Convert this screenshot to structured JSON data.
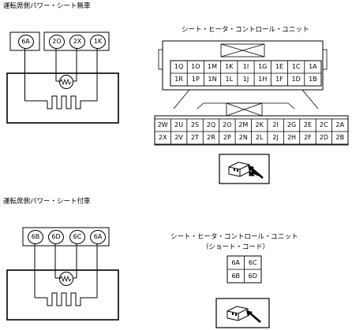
{
  "section1": {
    "title": "運転席側パワー・シート無車",
    "unit_label": "シート・ヒータ・コントロール・ユニット",
    "wire_pins": [
      "6A",
      "2O",
      "2X",
      "1K"
    ],
    "connector_upper": {
      "rows": [
        [
          "1Q",
          "1O",
          "1M",
          "1K",
          "1I",
          "1G",
          "1E",
          "1C",
          "1A"
        ],
        [
          "1R",
          "1P",
          "1N",
          "1L",
          "1J",
          "1H",
          "1F",
          "1D",
          "1B"
        ]
      ]
    },
    "connector_lower": {
      "rows": [
        [
          "2W",
          "2U",
          "2S",
          "2Q",
          "2O",
          "2M",
          "2K",
          "2I",
          "2G",
          "2E",
          "2C",
          "2A"
        ],
        [
          "2X",
          "2V",
          "2T",
          "2R",
          "2P",
          "2N",
          "2L",
          "2J",
          "2H",
          "2F",
          "2D",
          "2B"
        ]
      ]
    },
    "connector_view_icon": "harness-connector-view-icon"
  },
  "section2": {
    "title": "運転席側パワー・シート付車",
    "unit_label": "シート・ヒータ・コントロール・ユニット",
    "unit_sublabel": "（ショート・コード）",
    "wire_pins": [
      "6B",
      "6D",
      "6C",
      "6A"
    ],
    "connector": {
      "rows": [
        [
          "6A",
          "6C"
        ],
        [
          "6B",
          "6D"
        ]
      ]
    },
    "connector_view_icon": "harness-connector-view-icon"
  }
}
